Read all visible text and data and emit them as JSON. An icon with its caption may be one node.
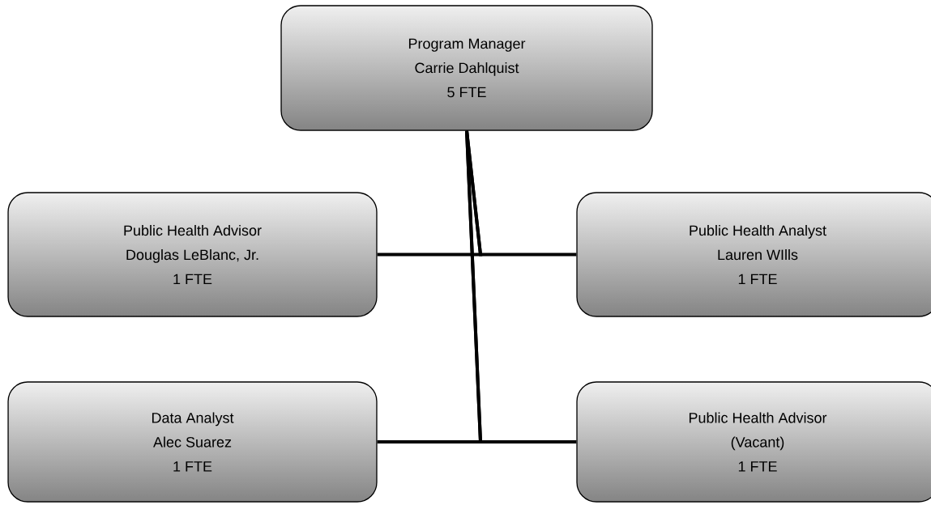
{
  "diagram": {
    "nodes": [
      {
        "text": [
          "Program Manager",
          "Carrie Dahlquist",
          "5 FTE"
        ]
      },
      {
        "text": [
          "Public Health Advisor",
          "Douglas LeBlanc, Jr.",
          "1 FTE"
        ]
      },
      {
        "text": [
          "Public Health Analyst",
          "Lauren WIlls",
          "1 FTE"
        ]
      },
      {
        "text": [
          "Data Analyst",
          "Alec Suarez",
          "1 FTE"
        ]
      },
      {
        "text": [
          "Public Health Advisor",
          "(Vacant)",
          "1 FTE"
        ]
      }
    ],
    "edges": [
      {
        "from": 0,
        "to": 1,
        "arrow": "none"
      },
      {
        "from": 0,
        "to": 2,
        "arrow": "none"
      },
      {
        "from": 0,
        "to": 3,
        "arrow": "none"
      },
      {
        "from": 0,
        "to": 4,
        "arrow": "none"
      }
    ]
  }
}
